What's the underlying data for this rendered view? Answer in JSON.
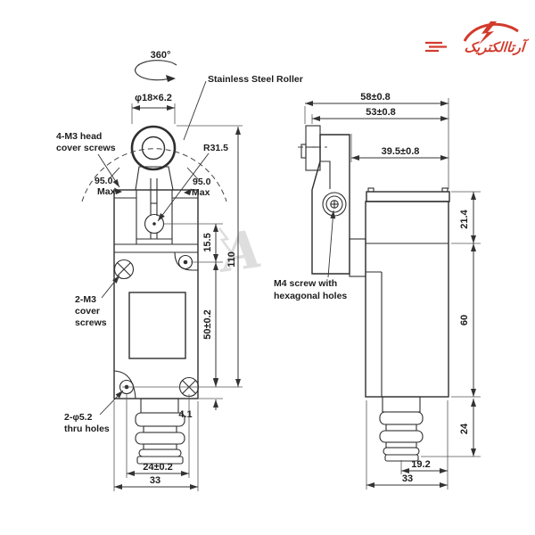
{
  "logo": {
    "brand": "آرتاالکتریک",
    "color": "#d23a2c"
  },
  "watermark": {
    "letter": "A"
  },
  "front_view": {
    "rotation_label": "360°",
    "roller_dim": "φ18×6.2",
    "roller_label": "Stainless Steel Roller",
    "radius_label": "R31.5",
    "head_screws_label": [
      "4-M3 head",
      "cover screws"
    ],
    "swing_left": [
      "95.0",
      "Max"
    ],
    "swing_right": [
      "95.0",
      "Max"
    ],
    "cover_screws_label": [
      "2-M3",
      "cover",
      "screws"
    ],
    "thru_holes_label": [
      "2-φ5.2",
      "thru holes"
    ],
    "dims": {
      "pivot_to_hole": "15.5",
      "total_height": "110",
      "hole_spacing_v": "50±0.2",
      "hole_to_bottom": "4.1",
      "hole_spacing_h": "24±0.2",
      "body_width": "33"
    }
  },
  "side_view": {
    "m4_label": [
      "M4 screw with",
      "hexagonal holes"
    ],
    "dims": {
      "overall_width": "58±0.8",
      "roller_center_width": "53±0.8",
      "lever_to_back": "39.5±0.8",
      "head_height": "21.4",
      "body_height": "60",
      "gland_height": "24",
      "gland_offset": "19.2",
      "body_depth": "33"
    }
  }
}
